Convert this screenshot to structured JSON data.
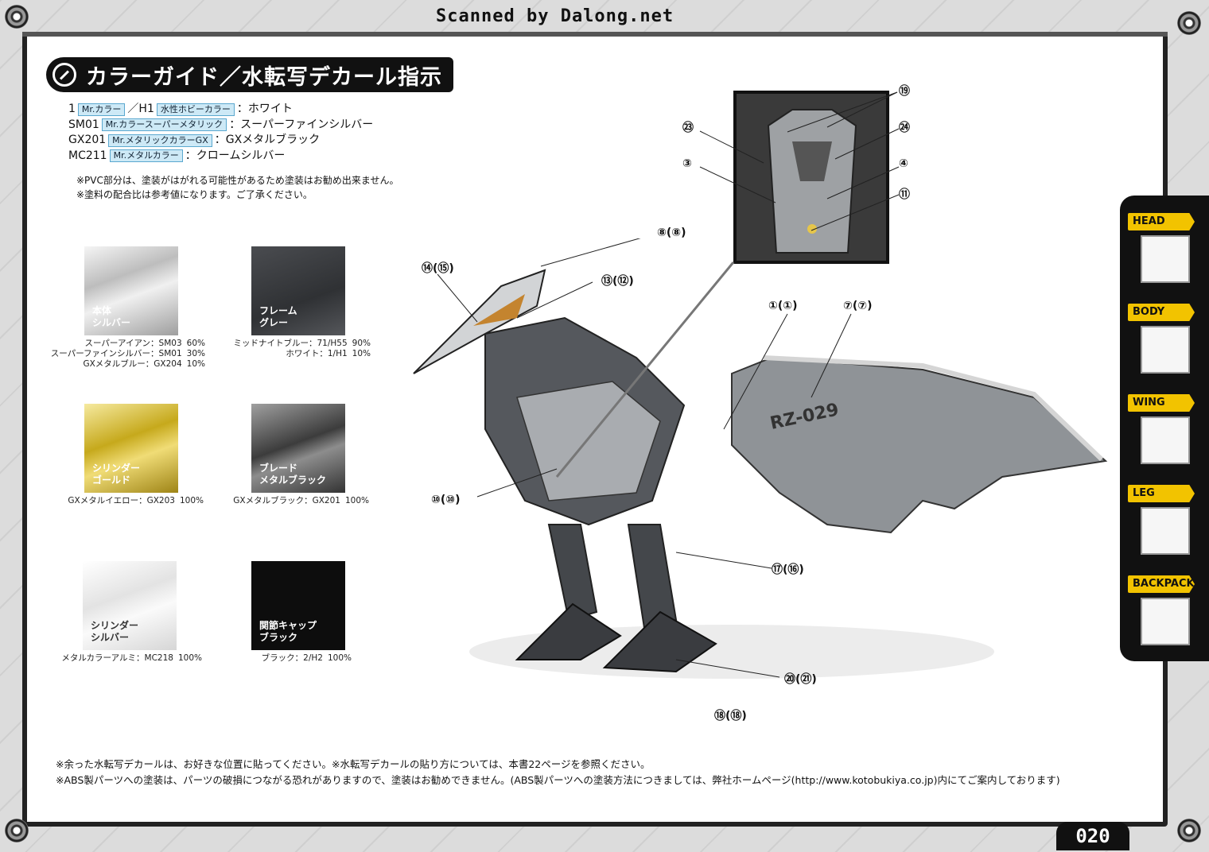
{
  "scan_credit": "Scanned by Dalong.net",
  "title": "カラーガイド／水転写デカール指示",
  "paints": [
    {
      "code": "1",
      "tag": "Mr.カラー",
      "sep": "／H1",
      "tag2": "水性ホビーカラー",
      "name": "：ホワイト"
    },
    {
      "code": "SM01",
      "tag": "Mr.カラースーパーメタリック",
      "name": "：スーパーファインシルバー"
    },
    {
      "code": "GX201",
      "tag": "Mr.メタリックカラーGX",
      "name": "：GXメタルブラック"
    },
    {
      "code": "MC211",
      "tag": "Mr.メタルカラー",
      "name": "：クロームシルバー"
    }
  ],
  "notes_top": [
    "※PVC部分は、塗装がはがれる可能性があるため塗装はお勧め出来ません。",
    "※塗料の配合比は参考値になります。ご了承ください。"
  ],
  "swatches": [
    {
      "label1": "本体",
      "label2": "シルバー",
      "mix": [
        [
          "スーパーアイアン：SM03",
          "60%"
        ],
        [
          "スーパーファインシルバー：SM01",
          "30%"
        ],
        [
          "GXメタルブルー：GX204",
          "10%"
        ]
      ]
    },
    {
      "label1": "フレーム",
      "label2": "グレー",
      "mix": [
        [
          "ミッドナイトブルー：71/H55",
          "90%"
        ],
        [
          "ホワイト：1/H1",
          "10%"
        ]
      ]
    },
    {
      "label1": "シリンダー",
      "label2": "ゴールド",
      "mix": [
        [
          "GXメタルイエロー：GX203",
          "100%"
        ]
      ]
    },
    {
      "label1": "ブレード",
      "label2": "メタルブラック",
      "mix": [
        [
          "GXメタルブラック：GX201",
          "100%"
        ]
      ]
    },
    {
      "label1": "シリンダー",
      "label2": "シルバー",
      "mix": [
        [
          "メタルカラーアルミ：MC218",
          "100%"
        ]
      ]
    },
    {
      "label1": "関節キャップ",
      "label2": "ブラック",
      "mix": [
        [
          "ブラック：2/H2",
          "100%"
        ]
      ]
    }
  ],
  "callouts": {
    "c19": "⑲",
    "c23": "㉓",
    "c24": "㉔",
    "c3": "③",
    "c4": "④",
    "c11": "⑪",
    "c8": "⑧(⑧)",
    "c14": "⑭(⑮)",
    "c13": "⑬(⑫)",
    "c1": "①(①)",
    "c7": "⑦(⑦)",
    "c10": "⑩(⑩)",
    "c17": "⑰(⑯)",
    "c20": "⑳(㉑)",
    "c18": "⑱(⑱)"
  },
  "model_marking": "RZ-029",
  "side_nav": [
    "HEAD",
    "BODY",
    "WING",
    "LEG",
    "BACKPACK"
  ],
  "notes_bottom": [
    "※余った水転写デカールは、お好きな位置に貼ってください。※水転写デカールの貼り方については、本書22ページを参照ください。",
    "※ABS製パーツへの塗装は、パーツの破損につながる恐れがありますので、塗装はお勧めできません。(ABS製パーツへの塗装方法につきましては、弊社ホームページ(http://www.kotobukiya.co.jp)内にてご案内しております)"
  ],
  "page_number": "020"
}
